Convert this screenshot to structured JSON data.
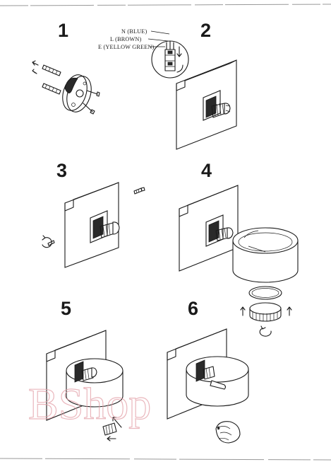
{
  "steps": [
    "1",
    "2",
    "3",
    "4",
    "5",
    "6"
  ],
  "wire_labels": {
    "neutral": "N (BLUE)",
    "live": "L (BROWN)",
    "earth": "E (YELLOW GREEN)"
  },
  "watermark": "BShop",
  "colors": {
    "ink": "#1a1a1a",
    "watermark": "#e3a0a8",
    "background": "#ffffff"
  }
}
